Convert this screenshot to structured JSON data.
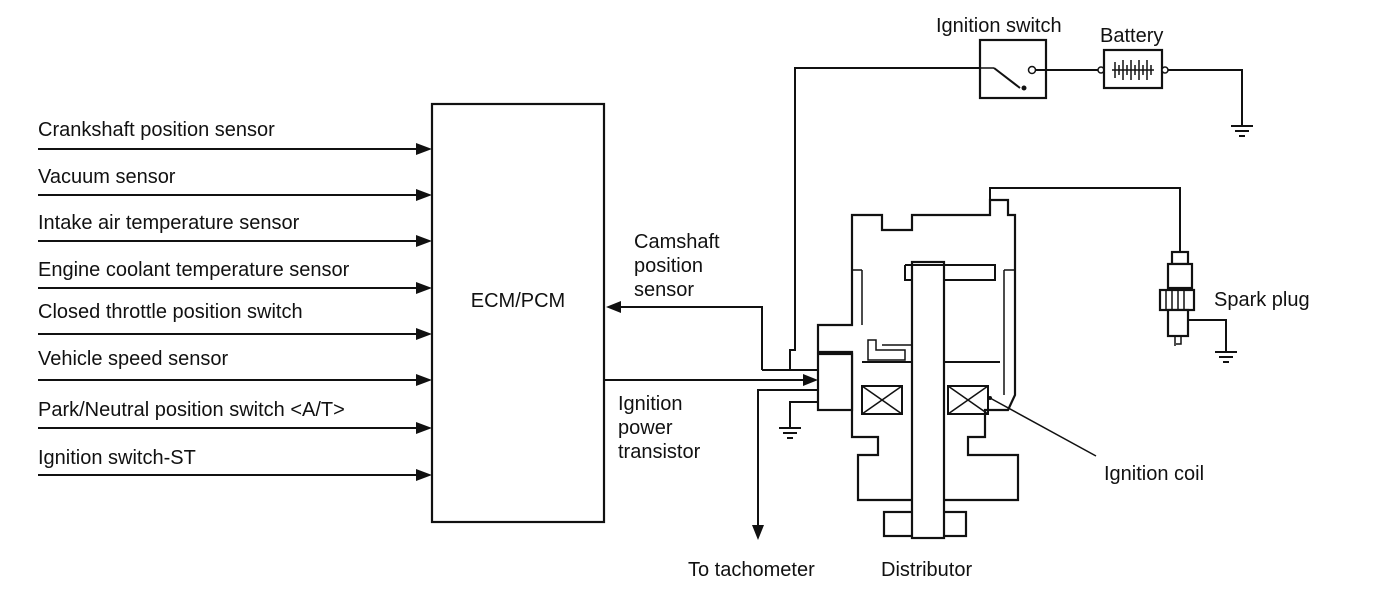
{
  "inputs": [
    "Crankshaft position sensor",
    "Vacuum sensor",
    "Intake air temperature sensor",
    "Engine coolant temperature sensor",
    "Closed throttle position switch",
    "Vehicle speed sensor",
    "Park/Neutral position switch <A/T>",
    "Ignition switch-ST"
  ],
  "ecm_label": "ECM/PCM",
  "camshaft_label": [
    "Camshaft",
    "position",
    "sensor"
  ],
  "ignition_transistor_label": [
    "Ignition",
    "power",
    "transistor"
  ],
  "ignition_switch_label": "Ignition switch",
  "battery_label": "Battery",
  "spark_plug_label": "Spark plug",
  "ignition_coil_label": "Ignition coil",
  "tachometer_label": "To tachometer",
  "distributor_label": "Distributor"
}
